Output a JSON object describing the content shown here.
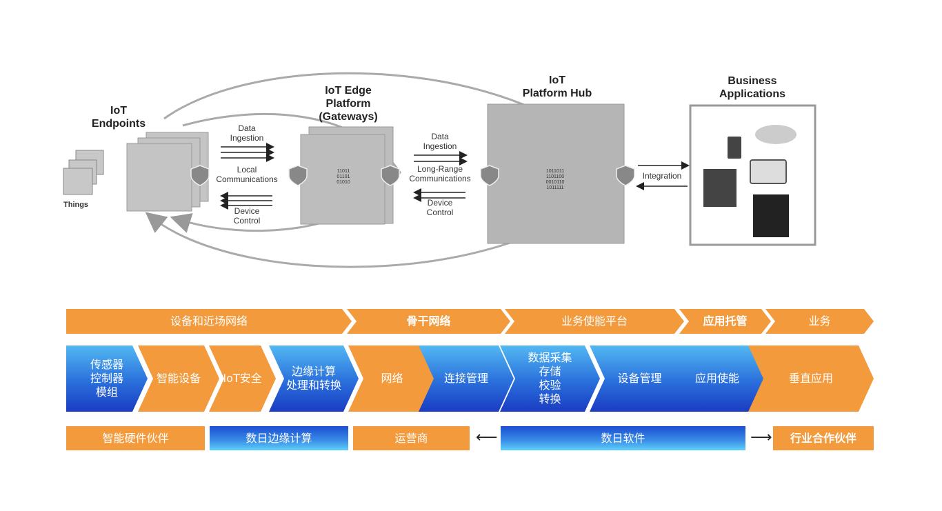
{
  "diagram": {
    "endpoints_title": [
      "IoT",
      "Endpoints"
    ],
    "things": "Things",
    "edge_title": [
      "IoT Edge",
      "Platform",
      "(Gateways)"
    ],
    "hub_title": [
      "IoT",
      "Platform Hub"
    ],
    "business_title": [
      "Business",
      "Applications"
    ],
    "link1": {
      "ingest": [
        "Data",
        "Ingestion"
      ],
      "comm": [
        "Local",
        "Communications"
      ],
      "control": [
        "Device",
        "Control"
      ]
    },
    "link2": {
      "ingest": [
        "Data",
        "Ingestion"
      ],
      "comm": [
        "Long-Range",
        "Communications"
      ],
      "control": [
        "Device",
        "Control"
      ]
    },
    "integration": "Integration",
    "binary_edge": [
      "11011",
      "01101",
      "01010"
    ],
    "binary_hub": [
      "1011011",
      "1101100",
      "0010110",
      "1011111"
    ]
  },
  "top_row": [
    "设备和近场网络",
    "骨干网络",
    "业务使能平台",
    "应用托管",
    "业务"
  ],
  "middle_row": [
    {
      "label": [
        "传感器",
        "控制器",
        "模组"
      ],
      "color": "blue"
    },
    {
      "label": [
        "智能设备"
      ],
      "color": "orange"
    },
    {
      "label": [
        "IoT安全"
      ],
      "color": "orange"
    },
    {
      "label": [
        "边缘计算",
        "处理和转换"
      ],
      "color": "blue"
    },
    {
      "label": [
        "网络"
      ],
      "color": "orange"
    },
    {
      "label": [
        "连接管理"
      ],
      "color": "blue"
    },
    {
      "label": [
        "数据采集",
        "存储",
        "校验",
        "转换"
      ],
      "color": "blue"
    },
    {
      "label": [
        "设备管理"
      ],
      "color": "blue"
    },
    {
      "label": [
        "应用使能"
      ],
      "color": "blue"
    },
    {
      "label": [
        "垂直应用"
      ],
      "color": "orange"
    }
  ],
  "bottom_row": [
    "智能硬件伙伴",
    "数日边缘计算",
    "运营商",
    "数日软件",
    "行业合作伙伴"
  ],
  "arrows": {
    "left": "⟵",
    "right": "⟶"
  },
  "colors": {
    "orange": "#f39a3c",
    "blue_top": "#52b8f2",
    "blue_bottom": "#1a3cc2",
    "diagram_gray": "#b8b8b8"
  }
}
